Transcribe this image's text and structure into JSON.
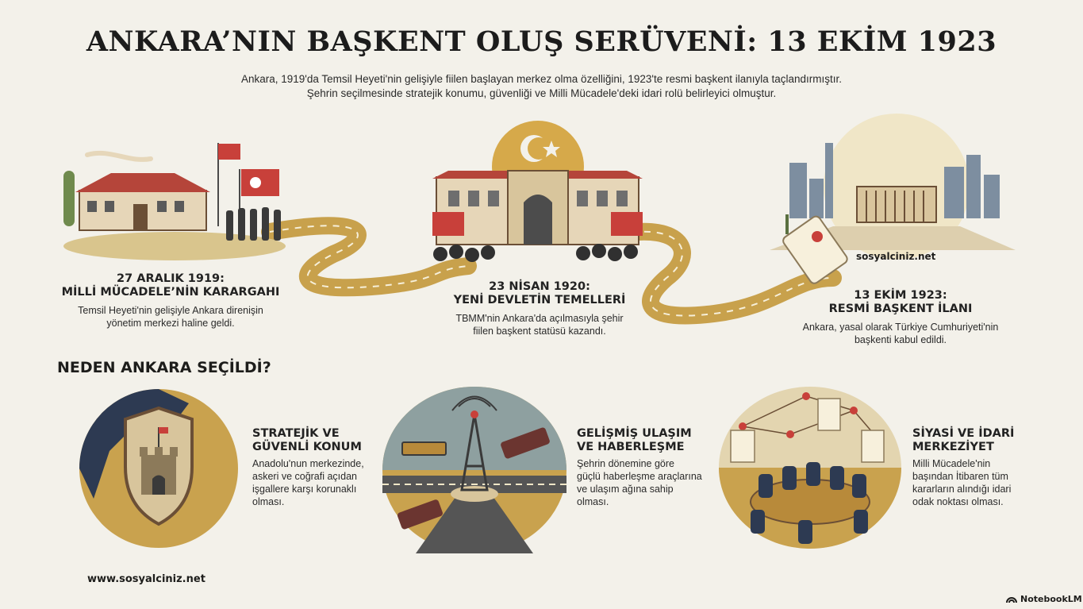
{
  "header": {
    "title": "ANKARA’NIN BAŞKENT OLUŞ SERÜVENİ: 13 EKİM 1923",
    "intro_line1": "Ankara, 1919'da Temsil Heyeti'nin gelişiyle fiilen başlayan merkez olma özelliğini, 1923'te resmi başkent ilanıyla taçlandırmıştır.",
    "intro_line2": "Şehrin seçilmesinde stratejik konumu, güvenliği ve Milli Mücadele'deki idari rolü belirleyici olmuştur."
  },
  "timeline": [
    {
      "date": "27 ARALIK 1919:",
      "heading": "MİLLİ MÜCADELE’NİN KARARGAHI",
      "text1": "Temsil Heyeti'nin gelişiyle Ankara direnişin",
      "text2": "yönetim merkezi haline geldi."
    },
    {
      "date": "23 NİSAN 1920:",
      "heading": "YENİ DEVLETİN TEMELLERİ",
      "text1": "TBMM'nin Ankara'da açılmasıyla şehir",
      "text2": "fiilen başkent statüsü kazandı."
    },
    {
      "date": "13 EKİM 1923:",
      "heading": "RESMİ BAŞKENT İLANI",
      "text1": "Ankara, yasal olarak Türkiye Cumhuriyeti'nin",
      "text2": "başkenti kabul edildi."
    }
  ],
  "why_section": {
    "title": "NEDEN ANKARA SEÇİLDİ?",
    "reasons": [
      {
        "title1": "STRATEJİK VE",
        "title2": "GÜVENLİ KONUM",
        "lines": [
          "Anadolu'nun merkezinde,",
          "askeri ve coğrafi açıdan",
          "işgallere karşı korunaklı",
          "olması."
        ]
      },
      {
        "title1": "GELİŞMİŞ ULAŞIM",
        "title2": "VE HABERLEŞME",
        "lines": [
          "Şehrin dönemine göre",
          "güçlü haberleşme araçlarına",
          "ve ulaşım ağına sahip",
          "olması."
        ]
      },
      {
        "title1": "SİYASİ VE İDARİ",
        "title2": "MERKEZİYET",
        "lines": [
          "Milli Mücadele'nin",
          "başından İtibaren tüm",
          "kararların alındığı idari",
          "odak noktası olması."
        ]
      }
    ]
  },
  "footer": {
    "url": "www.sosyalciniz.net",
    "watermark": "sosyalciniz.net",
    "brand": "NotebookLM"
  },
  "icons": [
    "house-illustration",
    "parliament-illustration",
    "anitkabir-illustration",
    "castle-shield-icon",
    "radio-tower-icon",
    "meeting-table-icon",
    "notebooklm-logo-icon"
  ],
  "colors": {
    "background": "#f3f1ea",
    "road": "#c8a14c",
    "flag": "#c8403a",
    "navy": "#2d3a52",
    "ochre": "#c9a24e"
  }
}
